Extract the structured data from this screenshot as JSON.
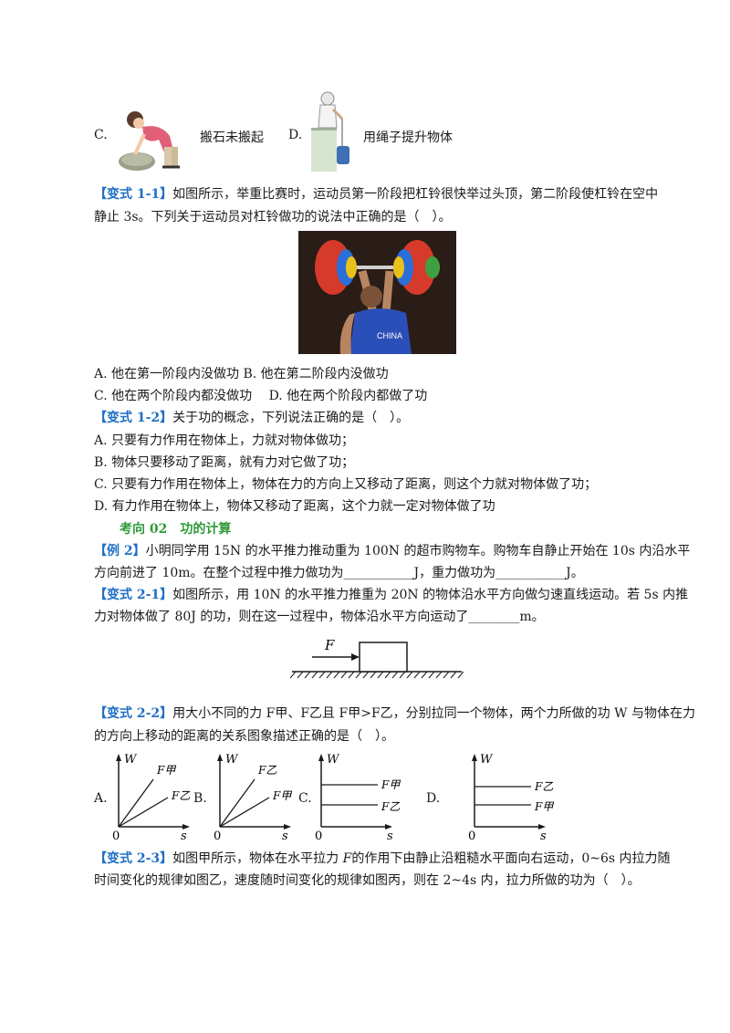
{
  "top_options": {
    "c_letter": "C.",
    "c_text": "搬石未搬起",
    "d_letter": "D.",
    "d_text": "用绳子提升物体"
  },
  "q11": {
    "tag": "【变式 1-1】",
    "line1": "如图所示，举重比赛时，运动员第一阶段把杠铃很快举过头顶，第二阶段使杠铃在空中",
    "line2": "静止 3s。下列关于运动员对杠铃做功的说法中正确的是（　）。",
    "photo_text": "CHINA",
    "opt_ab": "A. 他在第一阶段内没做功 B. 他在第二阶段内没做功",
    "opt_cd": "C. 他在两个阶段内都没做功　 D. 他在两个阶段内都做了功"
  },
  "q12": {
    "tag": "【变式 1-2】",
    "stem": "关于功的概念，下列说法正确的是（　）。",
    "a": "A. 只要有力作用在物体上，力就对物体做功；",
    "b": "B. 物体只要移动了距离，就有力对它做了功；",
    "c": "C. 只要有力作用在物体上，物体在力的方向上又移动了距离，则这个力就对物体做了功；",
    "d": "D. 有力作用在物体上，物体又移动了距离，这个力就一定对物体做了功"
  },
  "section2": {
    "title": "考向 02　功的计算"
  },
  "ex2": {
    "tag": "【例 2】",
    "line1": "小明同学用 15N 的水平推力推动重为 100N 的超市购物车。购物车自静止开始在 10s 内沿水平",
    "line2": "方向前进了 10m。在整个过程中推力做功为___________J，重力做功为___________J。"
  },
  "q21": {
    "tag": "【变式 2-1】",
    "line1": "如图所示，用 10N 的水平推力推重为 20N 的物体沿水平方向做匀速直线运动。若 5s 内推",
    "line2": "力对物体做了 80J 的功，则在这一过程中，物体沿水平方向运动了________m。",
    "force_label": "F"
  },
  "q22": {
    "tag": "【变式 2-2】",
    "line1": "用大小不同的力 F甲、F乙且 F甲>F乙，分别拉同一个物体，两个力所做的功 W 与物体在力",
    "line2": "的方向上移动的距离的关系图象描述正确的是（　）。",
    "graphs": [
      {
        "letter": "A.",
        "upper": "F甲",
        "lower": "F乙",
        "kind": "lines"
      },
      {
        "letter": "B.",
        "upper": "F乙",
        "lower": "F甲",
        "kind": "lines"
      },
      {
        "letter": "C.",
        "upper": "F甲",
        "lower": "F乙",
        "kind": "flat"
      },
      {
        "letter": "D.",
        "upper": "F乙",
        "lower": "F甲",
        "kind": "flat"
      }
    ],
    "axis_w": "W",
    "axis_s": "s",
    "origin": "0"
  },
  "q23": {
    "tag": "【变式 2-3】",
    "line1_pre": "如图甲所示，物体在水平拉力 ",
    "line1_var": "F",
    "line1_post": "的作用下由静止沿粗糙水平面向右运动，0~6s 内拉力随",
    "line2": "时间变化的规律如图乙，速度随时间变化的规律如图丙，则在 2~4s 内，拉力所做的功为（　）。"
  }
}
